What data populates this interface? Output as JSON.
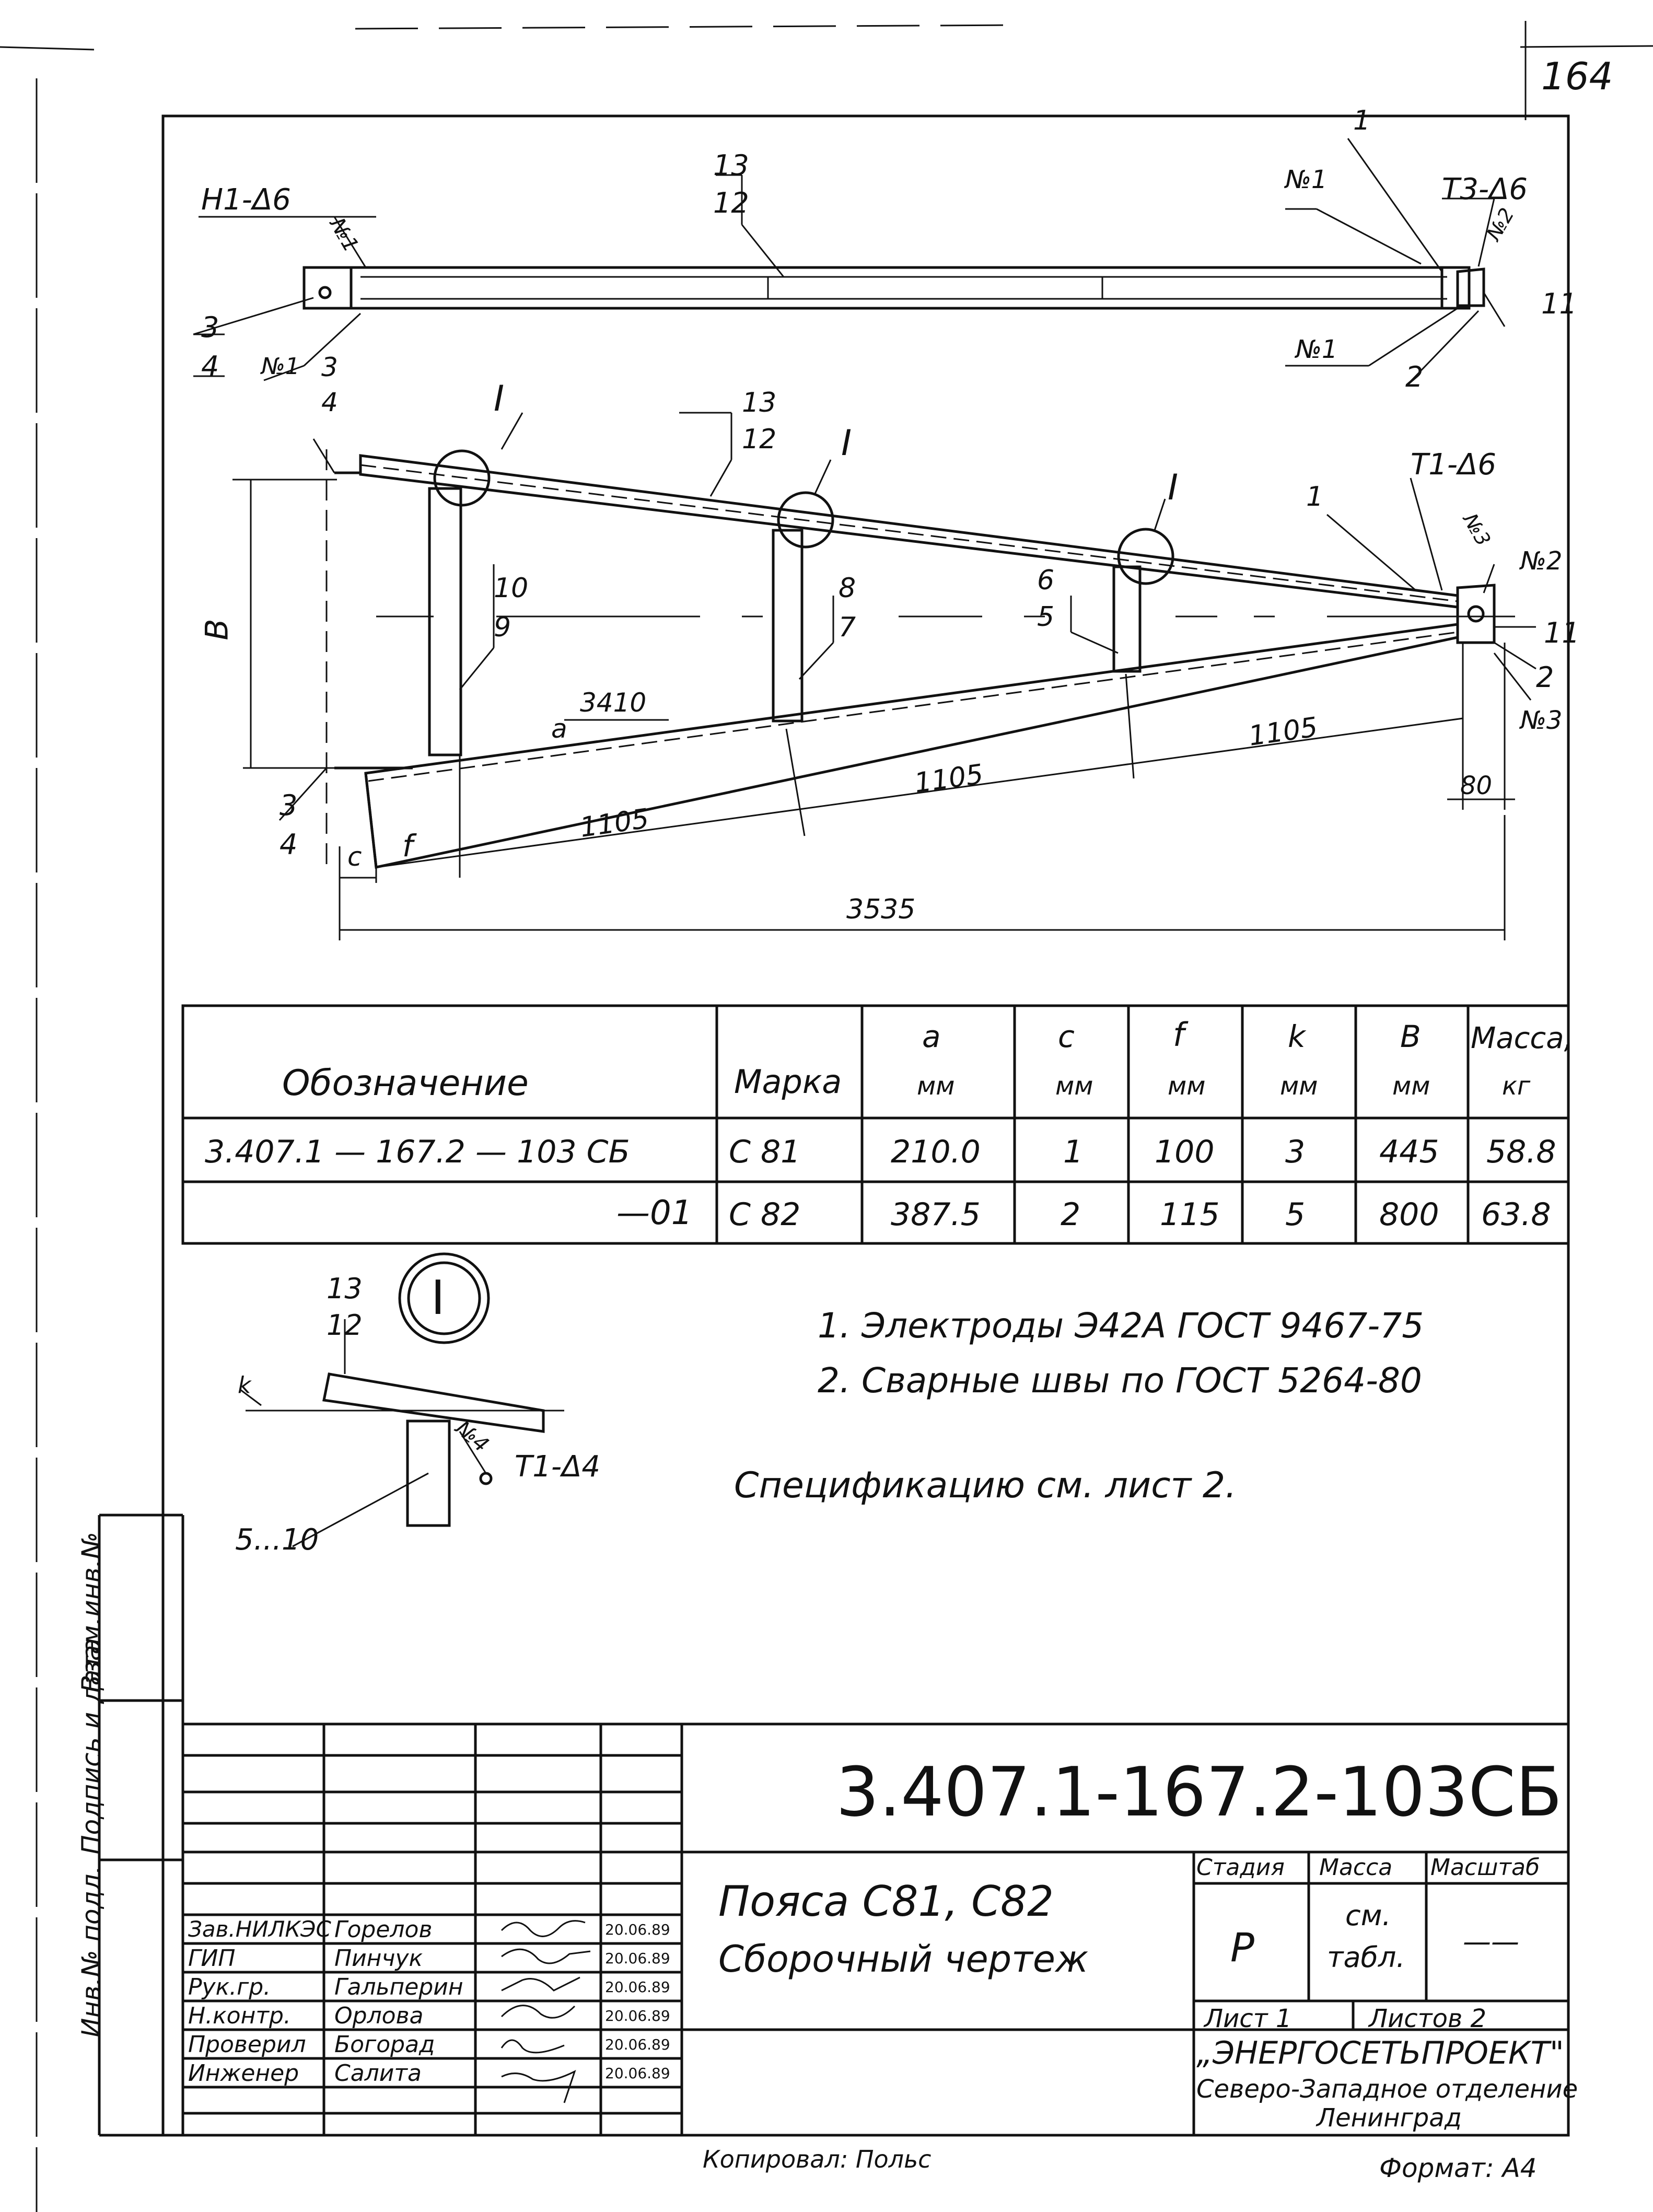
{
  "page_number": "164",
  "drawing": {
    "weld_top_left": "Н1-Δ6",
    "weld_top_right": "Т3-Δ6",
    "weld_mid_right": "Т1-Δ6",
    "weld_n1": "№1",
    "weld_n2": "№2",
    "weld_n3": "№3",
    "detail_mark": "I",
    "parts": {
      "p1": "1",
      "p2": "2",
      "p3": "3",
      "p4": "4",
      "p5": "5",
      "p6": "6",
      "p7": "7",
      "p8": "8",
      "p9": "9",
      "p10": "10",
      "p11": "11",
      "p12": "12",
      "p13": "13"
    },
    "dims": {
      "a_label": "a",
      "a_value": "3410",
      "b_label": "B",
      "c_label": "c",
      "f_label": "f",
      "seg1": "1105",
      "seg2": "1105",
      "seg3": "1105",
      "end": "80",
      "total": "3535"
    }
  },
  "table": {
    "headers": {
      "designation": "Обозначение",
      "mark": "Марка",
      "a": "a",
      "a_unit": "мм",
      "c": "c",
      "c_unit": "мм",
      "f": "f",
      "f_unit": "мм",
      "k": "k",
      "k_unit": "мм",
      "b": "B",
      "b_unit": "мм",
      "mass": "Масса,",
      "mass_unit": "кг"
    },
    "rows": [
      {
        "designation": "3.407.1 — 167.2 — 103 СБ",
        "mark": "С 81",
        "a": "210.0",
        "c": "1",
        "f": "100",
        "k": "3",
        "b": "445",
        "mass": "58.8"
      },
      {
        "designation": "—01",
        "mark": "С 82",
        "a": "387.5",
        "c": "2",
        "f": "115",
        "k": "5",
        "b": "800",
        "mass": "63.8"
      }
    ]
  },
  "detail": {
    "mark": "I",
    "part_top": "13",
    "part_bottom": "12",
    "weld": "Т1-Δ4",
    "weld_no": "№4",
    "k": "k",
    "range": "5...10"
  },
  "notes": [
    "1. Электроды Э42А ГОСТ 9467-75",
    "2. Сварные швы по ГОСТ 5264-80"
  ],
  "spec_note": "Спецификацию см. лист 2.",
  "side_stamp": {
    "inv_podl": "Инв.№ подл.",
    "sign_date": "Подпись и дата",
    "vzam_inv": "Взам.инв.№"
  },
  "title_block": {
    "code": "3.407.1-167.2-103СБ",
    "name_line1": "Пояса С81, С82",
    "name_line2": "Сборочный чертеж",
    "stage_label": "Стадия",
    "mass_label": "Масса",
    "scale_label": "Масштаб",
    "stage_value": "Р",
    "mass_value_1": "см.",
    "mass_value_2": "табл.",
    "scale_value": "——",
    "sheet": "Лист 1",
    "sheets": "Листов 2",
    "org_line1": "„ЭНЕРГОСЕТЬПРОЕКТ\"",
    "org_line2": "Северо-Западное отделение",
    "org_line3": "Ленинград",
    "signatures": [
      {
        "role": "Зав.НИЛКЭС",
        "name": "Горелов",
        "date": "20.06.89"
      },
      {
        "role": "ГИП",
        "name": "Пинчук",
        "date": "20.06.89"
      },
      {
        "role": "Рук.гр.",
        "name": "Гальперин",
        "date": "20.06.89"
      },
      {
        "role": "Н.контр.",
        "name": "Орлова",
        "date": "20.06.89"
      },
      {
        "role": "Проверил",
        "name": "Богорад",
        "date": "20.06.89"
      },
      {
        "role": "Инженер",
        "name": "Салита",
        "date": "20.06.89"
      }
    ]
  },
  "footer": {
    "copied": "Копировал: Польс",
    "format": "Формат: А4"
  }
}
